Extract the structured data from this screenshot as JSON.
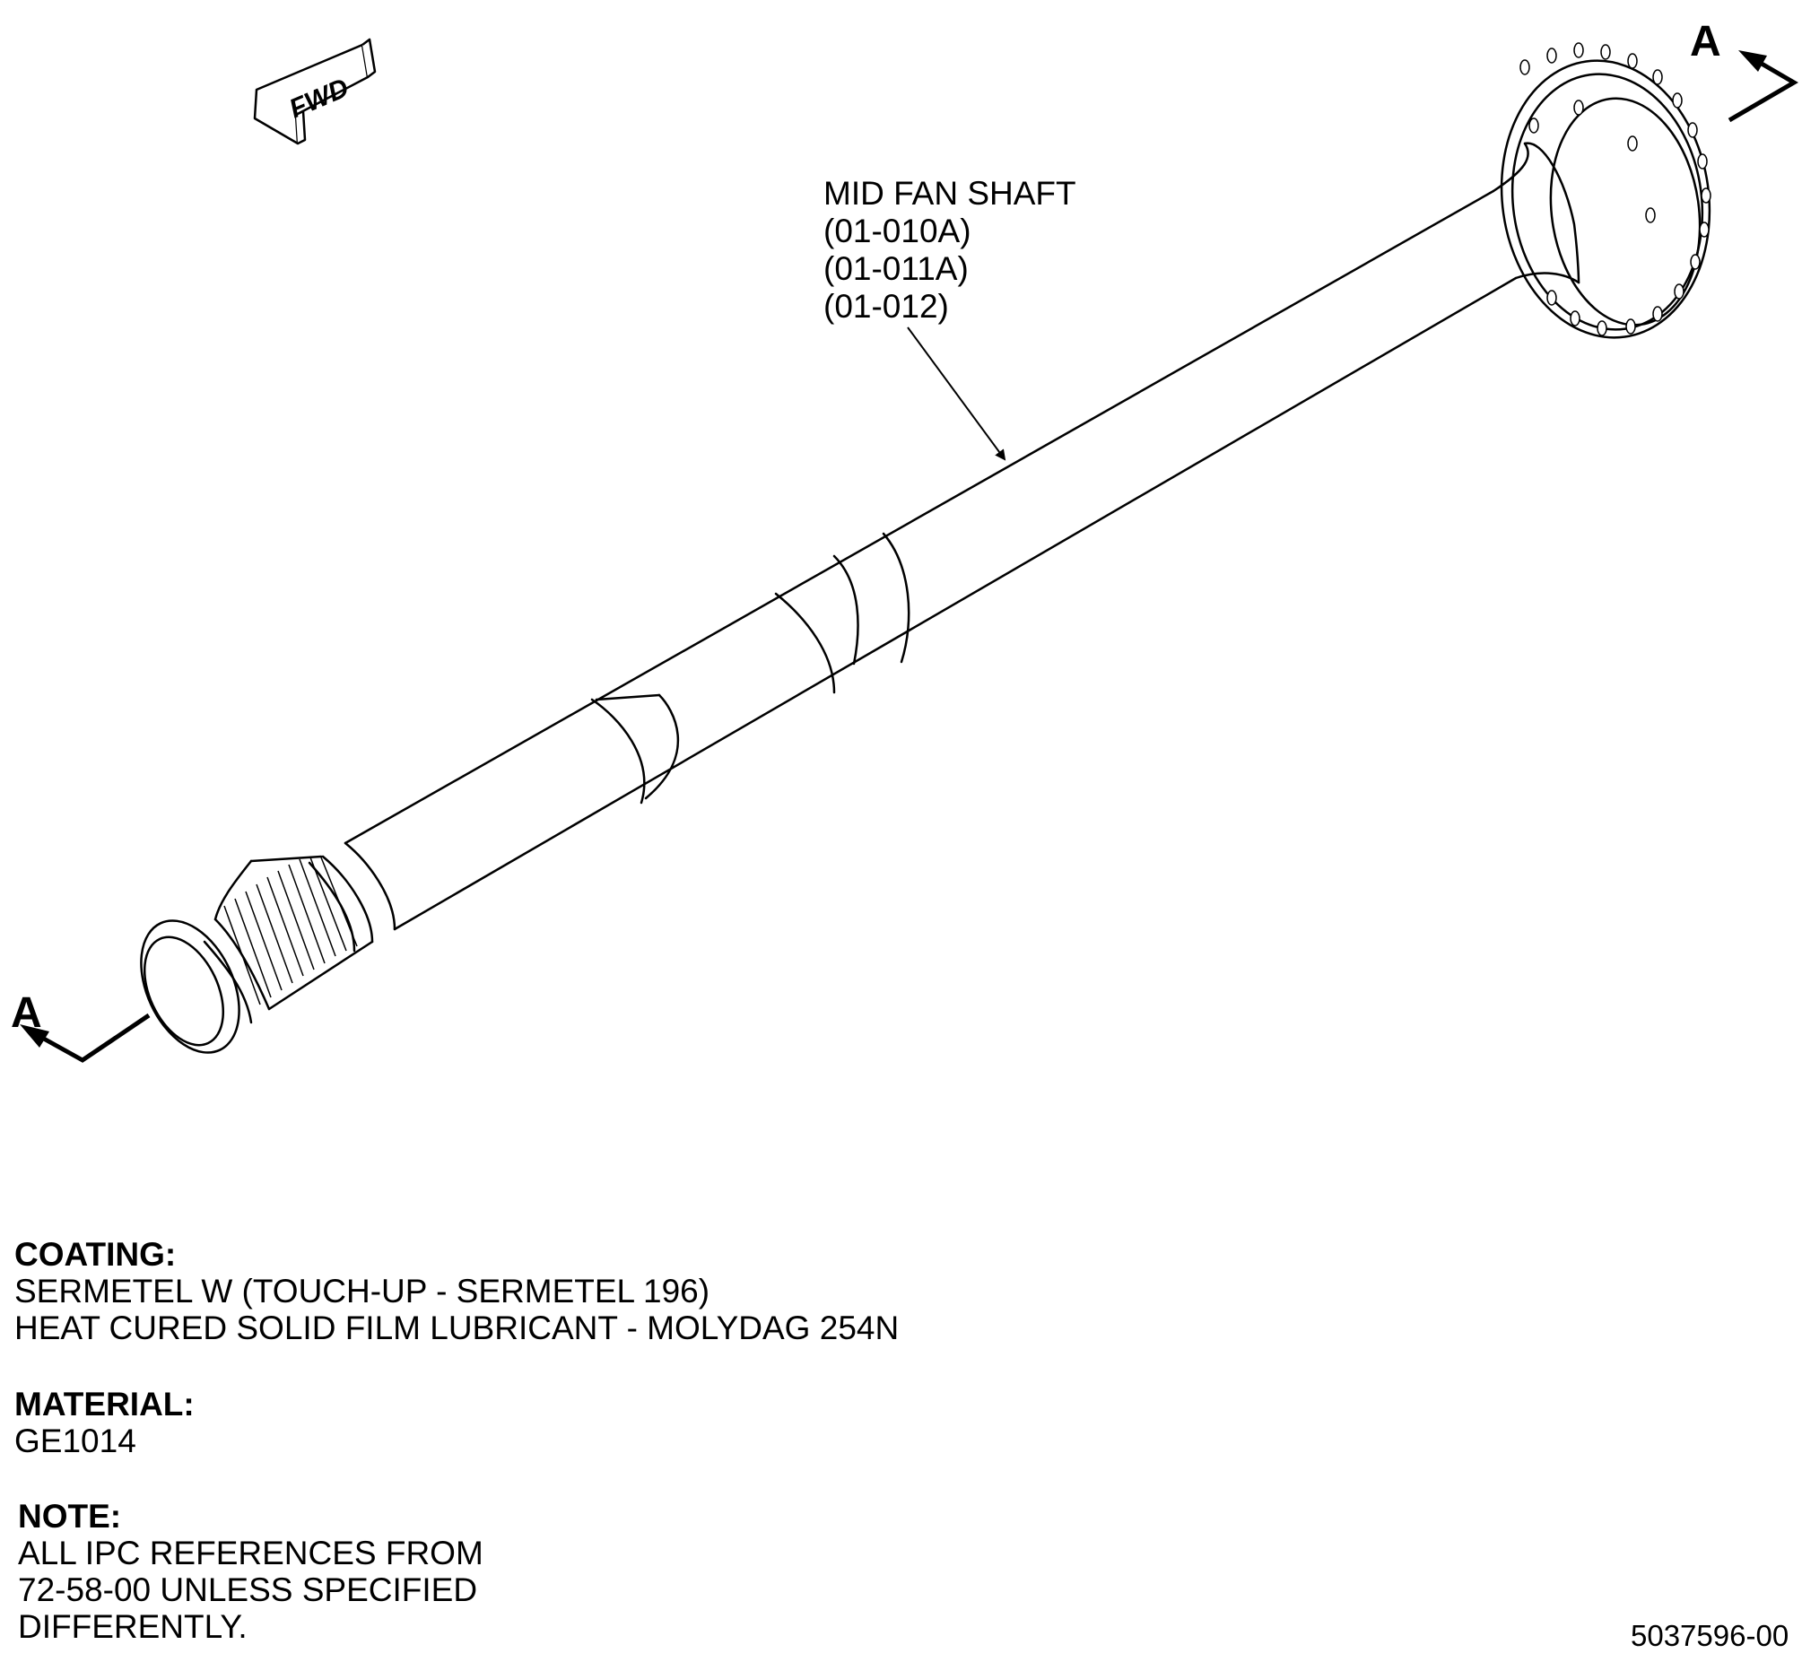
{
  "figure": {
    "fwd_arrow": {
      "label": "FWD"
    },
    "section_marks": {
      "left": "A",
      "right": "A"
    },
    "callout": {
      "lines": [
        "MID FAN SHAFT",
        "(01-010A)",
        "(01-011A)",
        "(01-012)"
      ]
    }
  },
  "notes": {
    "coating": {
      "heading": "COATING:",
      "lines": [
        "SERMETEL W (TOUCH-UP - SERMETEL 196)",
        "HEAT CURED SOLID FILM LUBRICANT - MOLYDAG 254N"
      ]
    },
    "material": {
      "heading": "MATERIAL:",
      "lines": [
        "GE1014"
      ]
    },
    "note": {
      "heading": "NOTE:",
      "lines": [
        "ALL IPC REFERENCES FROM",
        "72-58-00 UNLESS SPECIFIED",
        "DIFFERENTLY."
      ]
    }
  },
  "figure_number": "5037596-00"
}
